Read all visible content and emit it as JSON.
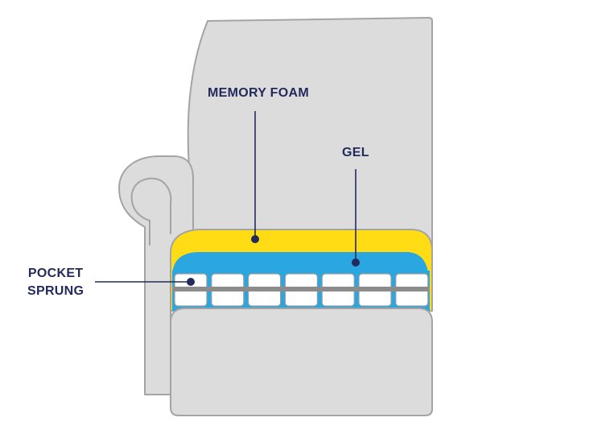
{
  "diagram": {
    "labels": {
      "memory_foam": "MEMORY FOAM",
      "gel": "GEL",
      "pocket_line1": "POCKET",
      "pocket_line2": "SPRUNG"
    },
    "spring_count": 7,
    "colors": {
      "frame_fill": "#dcdcdc",
      "frame_stroke": "#a4a4a4",
      "memory_foam": "#ffdc14",
      "gel": "#2aa6e0",
      "spring_fill": "#ffffff",
      "spring_band": "#8c8c8c",
      "label_text": "#232a5c",
      "leader": "#232a5c"
    }
  }
}
